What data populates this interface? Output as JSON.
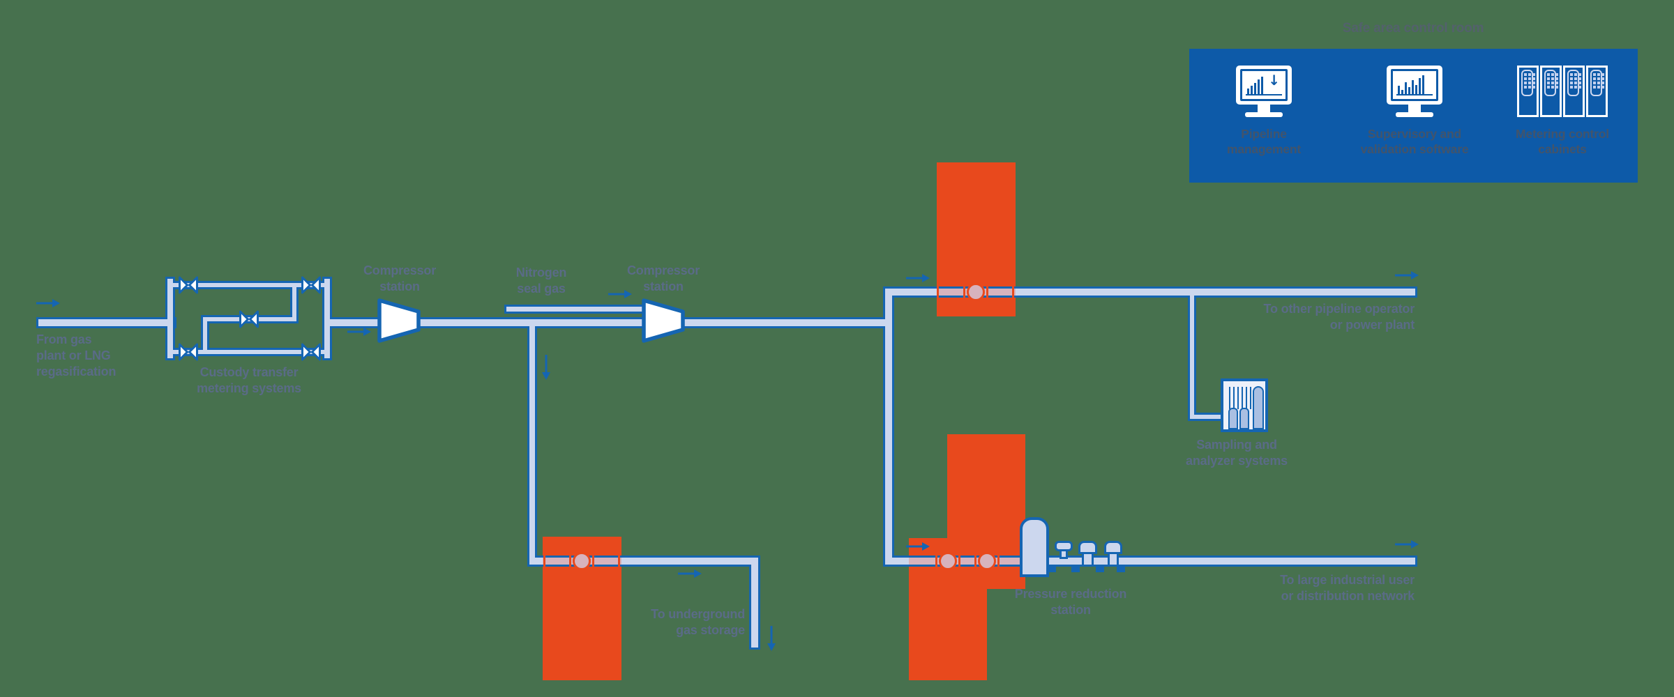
{
  "control_room": {
    "title": "Safe area control room",
    "items": [
      {
        "icon": "monitor-chart-download-icon",
        "lines": [
          "Pipeline",
          "management"
        ]
      },
      {
        "icon": "monitor-chart-icon",
        "lines": [
          "Supervisory and",
          "validation software"
        ]
      },
      {
        "icon": "metering-cabinets-icon",
        "lines": [
          "Metering control",
          "cabinets"
        ]
      }
    ]
  },
  "labels": {
    "source": {
      "lines": [
        "From gas",
        "plant or LNG",
        "regasification"
      ]
    },
    "custody": {
      "lines": [
        "Custody transfer",
        "metering systems"
      ]
    },
    "compressor1": {
      "lines": [
        "Compressor",
        "station"
      ]
    },
    "nitrogen": {
      "lines": [
        "Nitrogen",
        "seal gas"
      ]
    },
    "compressor2": {
      "lines": [
        "Compressor",
        "station"
      ]
    },
    "to_other": {
      "lines": [
        "To other pipeline operator",
        "or power plant"
      ]
    },
    "sampling": {
      "lines": [
        "Sampling and",
        "analyzer systems"
      ]
    },
    "to_storage": {
      "lines": [
        "To underground",
        "gas storage"
      ]
    },
    "pressure": {
      "lines": [
        "Pressure reduction",
        "station"
      ]
    },
    "to_industrial": {
      "lines": [
        "To large industrial user",
        "or distribution network"
      ]
    }
  },
  "icons": {
    "flow_arrow_right": "right-pointing flow arrow",
    "flow_arrow_down": "down-pointing flow arrow",
    "valve": "bowtie gate valve",
    "compressor": "converging trapezoid compressor",
    "flow_meter": "circle flow meter on pipe",
    "vessel": "filter/separator vessel",
    "regulator": "pressure regulator"
  },
  "colors": {
    "background": "#47714e",
    "pipe_outline_blue": "#1565b2",
    "pipe_fill": "#ccd7ee",
    "highlight_orange": "#e8491d",
    "metered_pipe_pink": "#d7b3bd",
    "control_room_blue": "#0d5aa8",
    "label_text": "#5a6b87",
    "label_on_blue": "#42546b",
    "title_text": "#53616c",
    "icon_light_blue": "#c2d1ef"
  }
}
